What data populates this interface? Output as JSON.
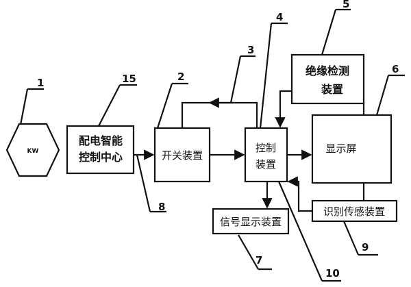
{
  "source_kw": "KW",
  "smart_center": {
    "line1": "配电智能",
    "line2": "控制中心"
  },
  "switch_device": "开关装置",
  "controller": {
    "line1": "控制",
    "line2": "装置"
  },
  "insulation_detect": {
    "line1": "绝缘检测",
    "line2": "装置"
  },
  "display_screen": "显示屏",
  "identify_sensor": "识别传感装置",
  "signal_display": "信号显示装置",
  "numbers": {
    "n1": "1",
    "n2": "2",
    "n3": "3",
    "n4": "4",
    "n5": "5",
    "n6": "6",
    "n7": "7",
    "n8": "8",
    "n9": "9",
    "n10": "10",
    "n15": "15"
  }
}
